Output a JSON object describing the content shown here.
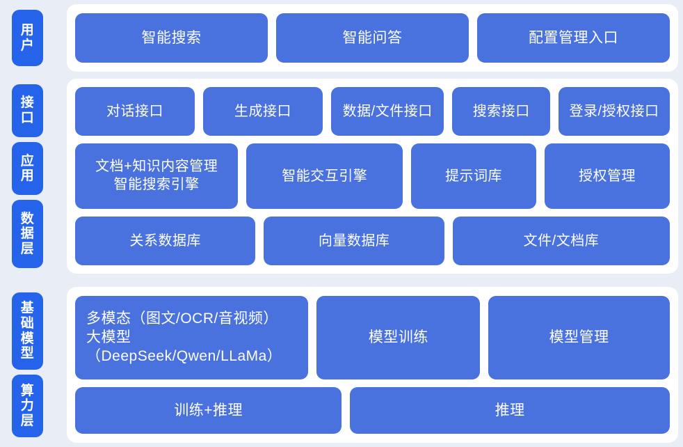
{
  "meta": {
    "colors": {
      "page_background": "#e9eef6",
      "panel_background": "#ffffff",
      "label_chip": "#2563eb",
      "content_box": "#4a72de",
      "text": "#ffffff"
    }
  },
  "sections": [
    {
      "id": "user",
      "labels": [
        "用户"
      ],
      "rows": [
        {
          "id": "row-user",
          "boxes": [
            "智能搜索",
            "智能问答",
            "配置管理入口"
          ]
        }
      ]
    },
    {
      "id": "app",
      "labels": [
        "接口",
        "应用",
        "数据层"
      ],
      "rows": [
        {
          "id": "row-api",
          "boxes": [
            "对话接口",
            "生成接口",
            "数据/文件接口",
            "搜索接口",
            "登录/授权接口"
          ]
        },
        {
          "id": "row-app",
          "boxes": [
            "文档+知识内容管理\n智能搜索引擎",
            "智能交互引擎",
            "提示词库",
            "授权管理"
          ]
        },
        {
          "id": "row-data",
          "boxes": [
            "关系数据库",
            "向量数据库",
            "文件/文档库"
          ]
        }
      ]
    },
    {
      "id": "infra",
      "labels": [
        "基础模型",
        "算力层"
      ],
      "rows": [
        {
          "id": "row-model",
          "boxes": [
            "多模态（图文/OCR/音视频）\n大模型（DeepSeek/Qwen/LLaMa）",
            "模型训练",
            "模型管理"
          ]
        },
        {
          "id": "row-compute",
          "boxes": [
            "训练+推理",
            "推理"
          ]
        }
      ]
    }
  ],
  "labels": {
    "user": "用户",
    "api": "接口",
    "application": "应用",
    "data_layer": "数据层",
    "base_model": "基础模型",
    "compute_layer": "算力层"
  },
  "boxes": {
    "smart_search": "智能搜索",
    "smart_qa": "智能问答",
    "config_entry": "配置管理入口",
    "dialog_api": "对话接口",
    "generate_api": "生成接口",
    "data_file_api": "数据/文件接口",
    "search_api": "搜索接口",
    "login_auth_api": "登录/授权接口",
    "doc_knowledge_mgmt": "文档+知识内容管理\n智能搜索引擎",
    "interaction_engine": "智能交互引擎",
    "prompt_library": "提示词库",
    "auth_management": "授权管理",
    "relational_db": "关系数据库",
    "vector_db": "向量数据库",
    "file_doc_store": "文件/文档库",
    "multimodal_llm": "多模态（图文/OCR/音视频）\n大模型（DeepSeek/Qwen/LLaMa）",
    "model_training": "模型训练",
    "model_management": "模型管理",
    "train_plus_inference": "训练+推理",
    "inference": "推理"
  }
}
